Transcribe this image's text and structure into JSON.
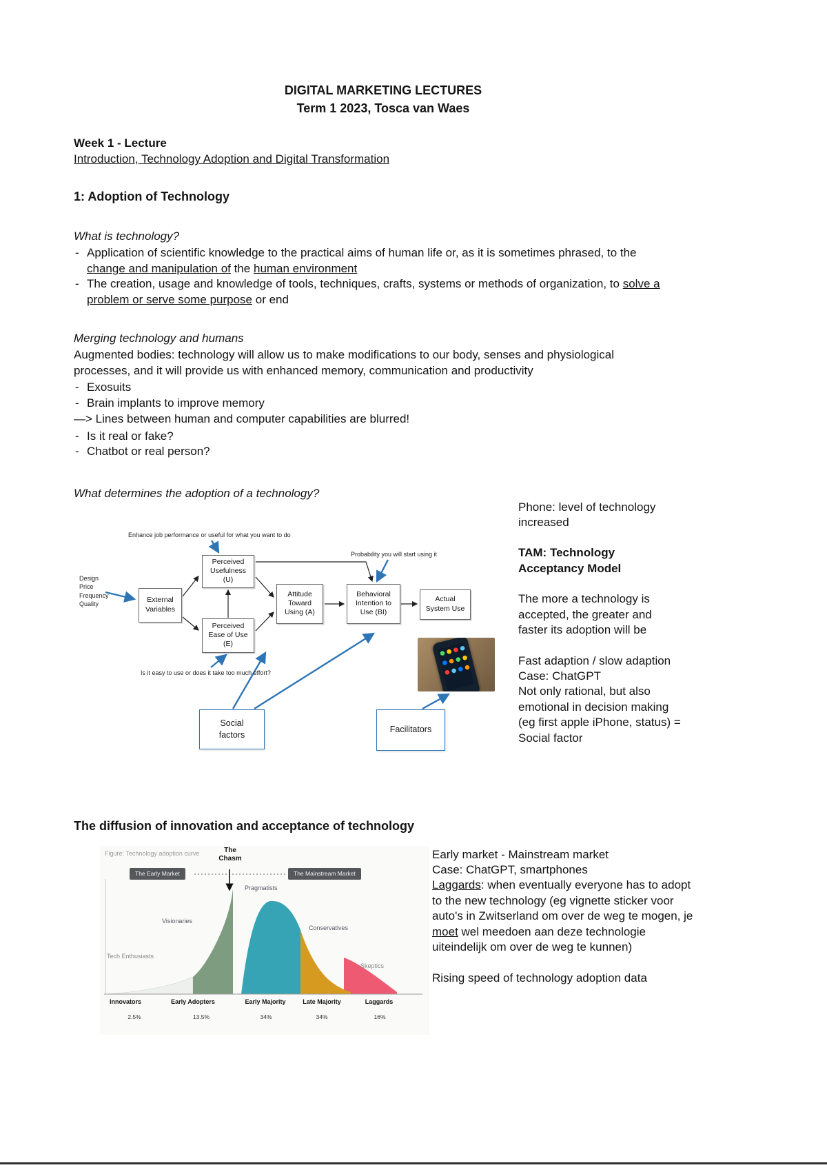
{
  "header": {
    "title": "DIGITAL MARKETING LECTURES",
    "subtitle": "Term 1 2023, Tosca van Waes"
  },
  "week": {
    "heading": "Week 1 - Lecture",
    "subheading": "Introduction, Technology Adoption and Digital Transformation"
  },
  "section1": {
    "heading": "1: Adoption of Technology",
    "what_is_tech": {
      "heading": "What is technology?",
      "bullet1": {
        "p1": "Application of scientific knowledge to the practical aims of human life or, as it is sometimes phrased, to the ",
        "p2": "change and manipulation of",
        "p3": " the ",
        "p4": "human environment"
      },
      "bullet2": {
        "p1": "The creation, usage and knowledge of tools, techniques, crafts, systems or methods of organization, to ",
        "p2": "solve a problem or serve some purpose",
        "p3": " or end"
      }
    },
    "merging": {
      "heading": "Merging technology and humans",
      "intro": "Augmented bodies: technology will allow us to make modifications to our body, senses and physiological processes, and it will provide us with enhanced memory, communication and productivity",
      "bullet1": "Exosuits",
      "bullet2": "Brain implants to improve memory",
      "arrow_line": "—> Lines between human and computer capabilities are blurred!",
      "bullet3": "Is it real or fake?",
      "bullet4": "Chatbot or real person?"
    },
    "adoption_question": "What determines the adoption of a technology?"
  },
  "tam_diagram": {
    "annotation_top": "Enhance job performance or useful for what you want to do",
    "annotation_probability": "Probability you will start using it",
    "annotation_left": "Design\nPrice\nFrequency\nQuality",
    "annotation_ease": "Is it easy to use or does it take too much effort?",
    "box_external": "External\nVariables",
    "box_usefulness": "Perceived\nUsefulness\n(U)",
    "box_ease": "Perceived\nEase of Use\n(E)",
    "box_attitude": "Attitude\nToward\nUsing (A)",
    "box_intention": "Behavioral\nIntention to\nUse (BI)",
    "box_actual": "Actual\nSystem Use",
    "box_social": "Social\nfactors",
    "box_facilitators": "Facilitators",
    "colors": {
      "arrow_blue": "#2e75b6",
      "box_border": "#666666"
    }
  },
  "tam_notes": {
    "phone": "Phone: level of technology increased",
    "heading": "TAM: Technology Acceptancy Model",
    "accepted": "The more a technology is accepted, the greater and faster its adoption will be",
    "fast": "Fast adaption / slow adaption",
    "case": "Case: ChatGPT",
    "rational": "Not only rational, but also emotional in decision making (eg first apple iPhone, status) = Social factor"
  },
  "diffusion": {
    "heading": "The diffusion of innovation and acceptance of technology",
    "notes": {
      "line1": "Early market - Mainstream market",
      "line2": "Case: ChatGPT, smartphones",
      "laggards_p1": "Laggards",
      "laggards_p2": ": when eventually everyone has to adopt to the new technology (eg vignette sticker voor auto's in Zwitserland om over de weg te mogen, je ",
      "laggards_p3": "moet",
      "laggards_p4": " wel meedoen aan deze technologie uiteindelijk om over de weg te kunnen)",
      "rising": "Rising speed of technology adoption data"
    }
  },
  "chart_data": {
    "type": "area",
    "title": "Figure: Technology adoption curve",
    "chasm_label": "The Chasm",
    "early_market_label": "The Early Market",
    "mainstream_market_label": "The Mainstream Market",
    "segment_labels": [
      "Tech Enthusiasts",
      "Visionaries",
      "Pragmatists",
      "Conservatives",
      "Skeptics"
    ],
    "categories": [
      "Innovators",
      "Early Adopters",
      "Early Majority",
      "Late Majority",
      "Laggards"
    ],
    "percentages": [
      "2.5%",
      "13.5%",
      "34%",
      "34%",
      "16%"
    ],
    "values": [
      2.5,
      13.5,
      34,
      34,
      16
    ],
    "colors": {
      "tech_enthusiasts": "#edf0ec",
      "visionaries": "#7e9d80",
      "early_majority": "#36a4b5",
      "late_majority": "#d79a20",
      "laggards": "#ee5a72"
    }
  }
}
